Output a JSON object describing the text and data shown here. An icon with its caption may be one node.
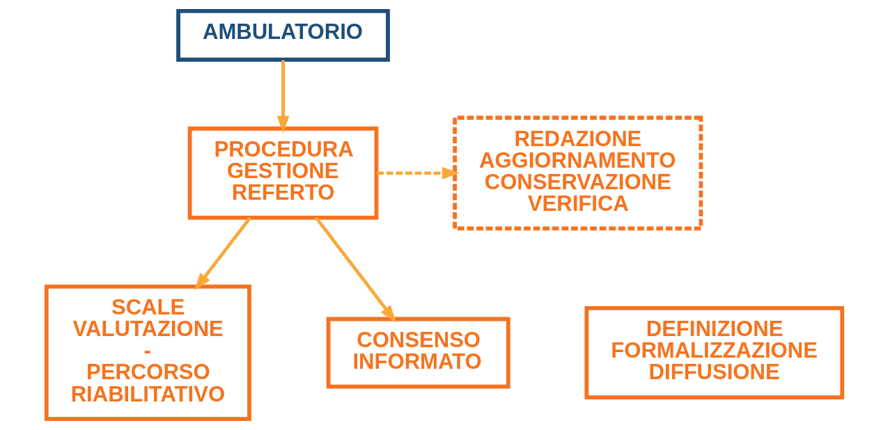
{
  "diagram": {
    "nodes": [
      {
        "text": [
          "AMBULATORIO"
        ]
      },
      {
        "text": [
          "PROCEDURA GESTIONE REFERTO"
        ]
      },
      {
        "text": [
          "REDAZIONE AGGIORNAMENTO CONSERVAZIONE VERIFICA"
        ]
      },
      {
        "text": [
          "SCALE VALUTAZIONE - PERCORSO RIABILITATIVO"
        ]
      },
      {
        "text": [
          "CONSENSO INFORMATO"
        ]
      },
      {
        "text": [
          "DEFINIZIONE FORMALIZZAZIONE DIFFUSIONE"
        ]
      }
    ],
    "edges": [
      {
        "from": 0,
        "to": 1,
        "arrow": "to"
      },
      {
        "from": 1,
        "to": 2,
        "arrow": "to",
        "style": "dashed"
      },
      {
        "from": 1,
        "to": 3,
        "arrow": "to"
      },
      {
        "from": 1,
        "to": 4,
        "arrow": "to"
      }
    ]
  }
}
